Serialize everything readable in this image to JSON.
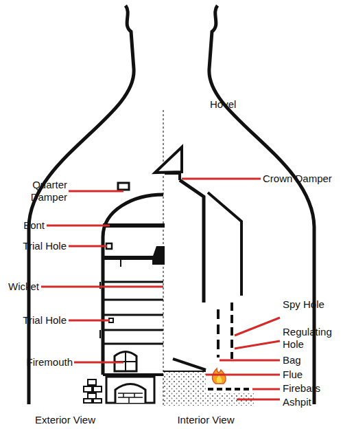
{
  "diagram": {
    "labels": [
      "Hovel",
      "Crown Damper",
      "Quarter Damper",
      "Bont",
      "Trial Hole",
      "Wicket",
      "Trial Hole",
      "Firemouth",
      "Spy Hole",
      "Regulating Hole",
      "Bag",
      "Flue",
      "Firebars",
      "Ashpit",
      "Exterior View",
      "Interior View"
    ]
  }
}
